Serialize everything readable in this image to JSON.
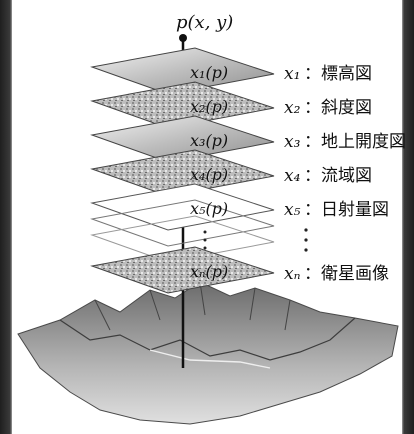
{
  "title": "p(x, y)",
  "layers": [
    {
      "plate": "x₁(p)",
      "var": "x₁",
      "label": "：標高図"
    },
    {
      "plate": "x₂(p)",
      "var": "x₂",
      "label": "：斜度図"
    },
    {
      "plate": "x₃(p)",
      "var": "x₃",
      "label": "：地上開度図"
    },
    {
      "plate": "x₄(p)",
      "var": "x₄",
      "label": "：流域図"
    },
    {
      "plate": "x₅(p)",
      "var": "x₅",
      "label": "：日射量図"
    },
    {
      "plate": "xₙ(p)",
      "var": "xₙ",
      "label": "：衛星画像"
    }
  ],
  "colors": {
    "plate_top": "#e6e6e6",
    "plate_edge": "#555555",
    "terrain_dark": "#5a5a5a",
    "terrain_light": "#cfcfcf"
  }
}
